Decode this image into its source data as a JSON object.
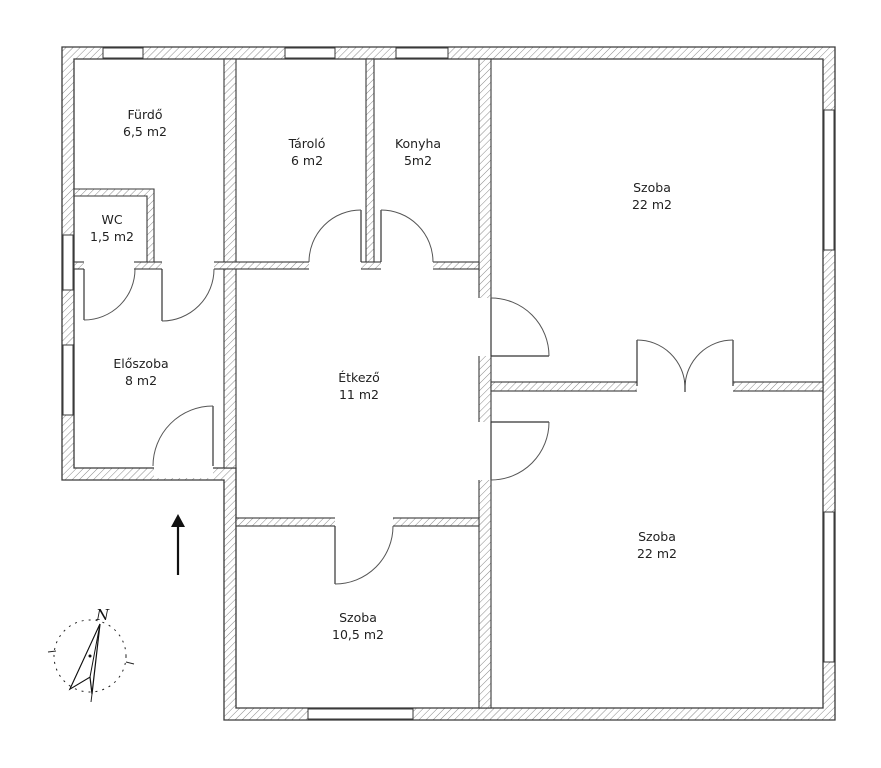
{
  "rooms": [
    {
      "id": "furdo",
      "name": "Fürdő",
      "area": "6,5 m2"
    },
    {
      "id": "wc",
      "name": "WC",
      "area": "1,5 m2"
    },
    {
      "id": "tarolo",
      "name": "Tároló",
      "area": "6 m2"
    },
    {
      "id": "konyha",
      "name": "Konyha",
      "area": "5m2"
    },
    {
      "id": "szoba-ne",
      "name": "Szoba",
      "area": "22 m2"
    },
    {
      "id": "eloszoba",
      "name": "Előszoba",
      "area": "8 m2"
    },
    {
      "id": "etkezo",
      "name": "Étkező",
      "area": "11 m2"
    },
    {
      "id": "szoba-se",
      "name": "Szoba",
      "area": "22 m2"
    },
    {
      "id": "szoba-s",
      "name": "Szoba",
      "area": "10,5 m2"
    }
  ],
  "compass": {
    "letter": "N"
  },
  "colors": {
    "wall_stroke": "#3a3a3a",
    "hatch": "#8a8a8a",
    "background": "#ffffff"
  }
}
